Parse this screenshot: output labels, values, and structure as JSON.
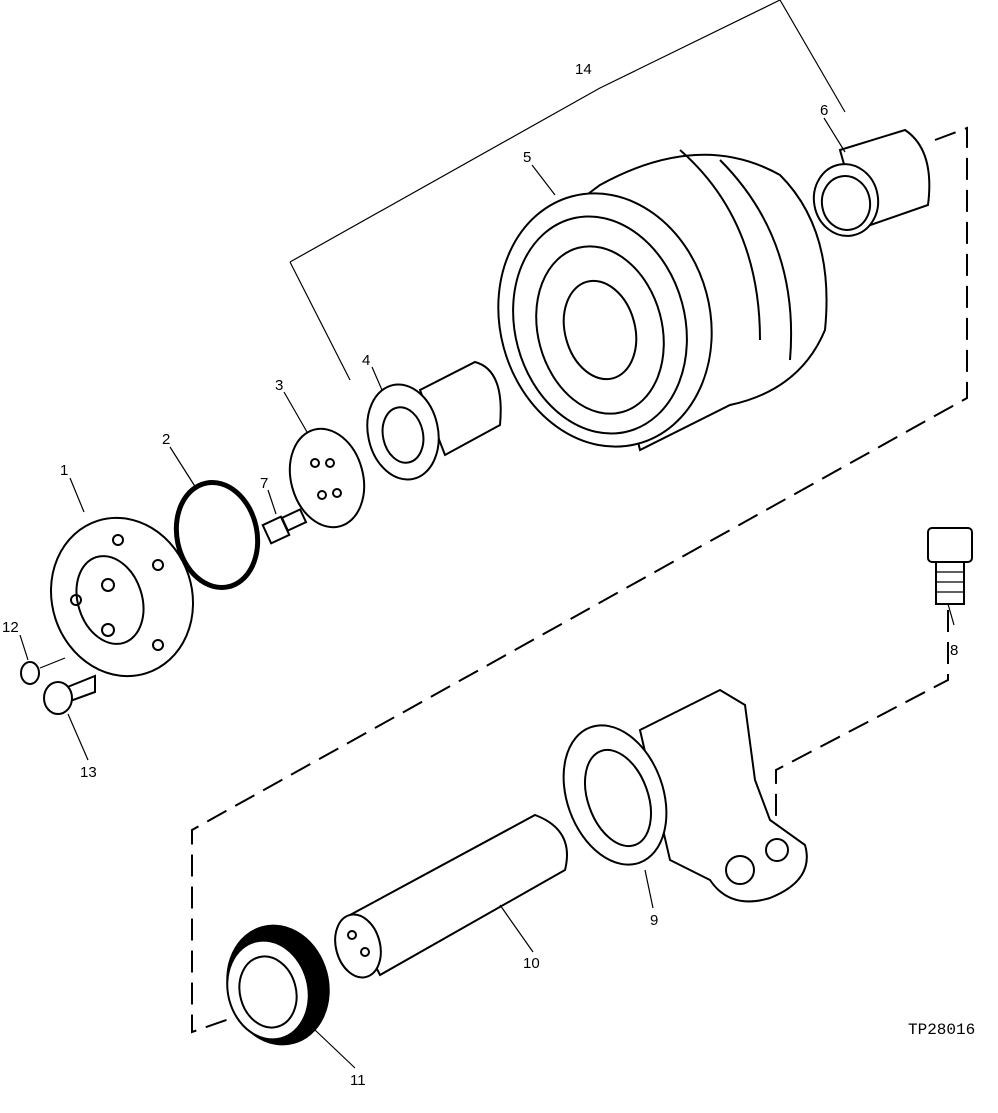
{
  "labels": {
    "p1": "1",
    "p2": "2",
    "p3": "3",
    "p4": "4",
    "p5": "5",
    "p6": "6",
    "p7": "7",
    "p8": "8",
    "p9": "9",
    "p10": "10",
    "p11": "11",
    "p12": "12",
    "p13": "13",
    "p14": "14"
  },
  "figure_code": "TP28016"
}
